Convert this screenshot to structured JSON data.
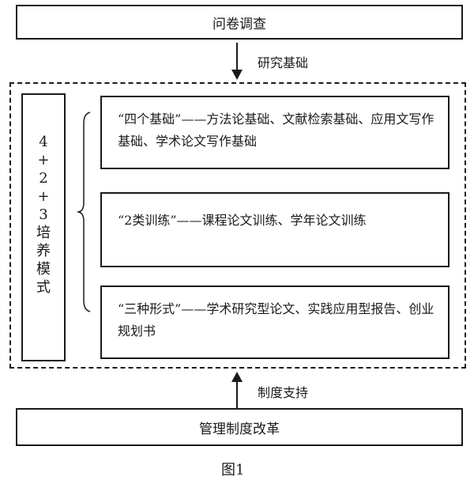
{
  "top_box": {
    "label": "问卷调查"
  },
  "top_arrow": {
    "label": "研究基础"
  },
  "model": {
    "label_lines": [
      "4",
      "+",
      "2",
      "+",
      "3",
      "培",
      "养",
      "模",
      "式"
    ]
  },
  "items": [
    {
      "text": "“四个基础”——方法论基础、文献检索基础、应用文写作基础、学术论文写作基础"
    },
    {
      "text": "“2类训练”——课程论文训练、学年论文训练"
    },
    {
      "text": "“三种形式”——学术研究型论文、实践应用型报告、创业规划书"
    }
  ],
  "bottom_arrow": {
    "label": "制度支持"
  },
  "bottom_box": {
    "label": "管理制度改革"
  },
  "caption": "图1"
}
